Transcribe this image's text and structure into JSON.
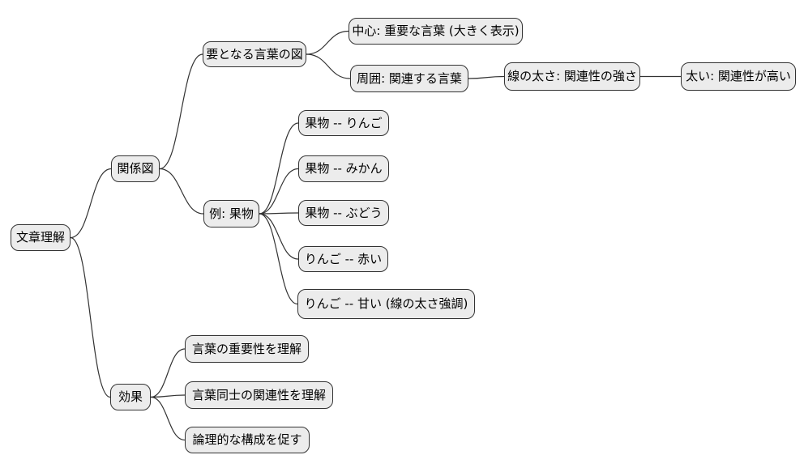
{
  "diagram": {
    "type": "mindmap",
    "background": "#ffffff",
    "node_fill": "#ececec",
    "node_border": "#333333",
    "edge_color": "#333333",
    "text_color": "#000000"
  },
  "nodes": {
    "root": {
      "label": "文章理解"
    },
    "relation_diagram": {
      "label": "関係図"
    },
    "key_words_diagram": {
      "label": "要となる言葉の図"
    },
    "center_important": {
      "label": "中心: 重要な言葉 (大きく表示)"
    },
    "periphery_related": {
      "label": "周囲: 関連する言葉"
    },
    "line_thickness": {
      "label": "線の太さ: 関連性の強さ"
    },
    "thick_high": {
      "label": "太い: 関連性が高い"
    },
    "example_fruits": {
      "label": "例: 果物"
    },
    "fruit_apple": {
      "label": "果物 -- りんご"
    },
    "fruit_orange": {
      "label": "果物 -- みかん"
    },
    "fruit_grape": {
      "label": "果物 -- ぶどう"
    },
    "apple_red": {
      "label": "りんご -- 赤い"
    },
    "apple_sweet": {
      "label": "りんご -- 甘い (線の太さ強調)"
    },
    "effects": {
      "label": "効果"
    },
    "word_importance": {
      "label": "言葉の重要性を理解"
    },
    "word_relations": {
      "label": "言葉同士の関連性を理解"
    },
    "logical_structure": {
      "label": "論理的な構成を促す"
    }
  },
  "edges": [
    [
      "root",
      "relation_diagram"
    ],
    [
      "root",
      "effects"
    ],
    [
      "relation_diagram",
      "key_words_diagram"
    ],
    [
      "relation_diagram",
      "example_fruits"
    ],
    [
      "key_words_diagram",
      "center_important"
    ],
    [
      "key_words_diagram",
      "periphery_related"
    ],
    [
      "periphery_related",
      "line_thickness"
    ],
    [
      "line_thickness",
      "thick_high"
    ],
    [
      "example_fruits",
      "fruit_apple"
    ],
    [
      "example_fruits",
      "fruit_orange"
    ],
    [
      "example_fruits",
      "fruit_grape"
    ],
    [
      "example_fruits",
      "apple_red"
    ],
    [
      "example_fruits",
      "apple_sweet"
    ],
    [
      "effects",
      "word_importance"
    ],
    [
      "effects",
      "word_relations"
    ],
    [
      "effects",
      "logical_structure"
    ]
  ]
}
